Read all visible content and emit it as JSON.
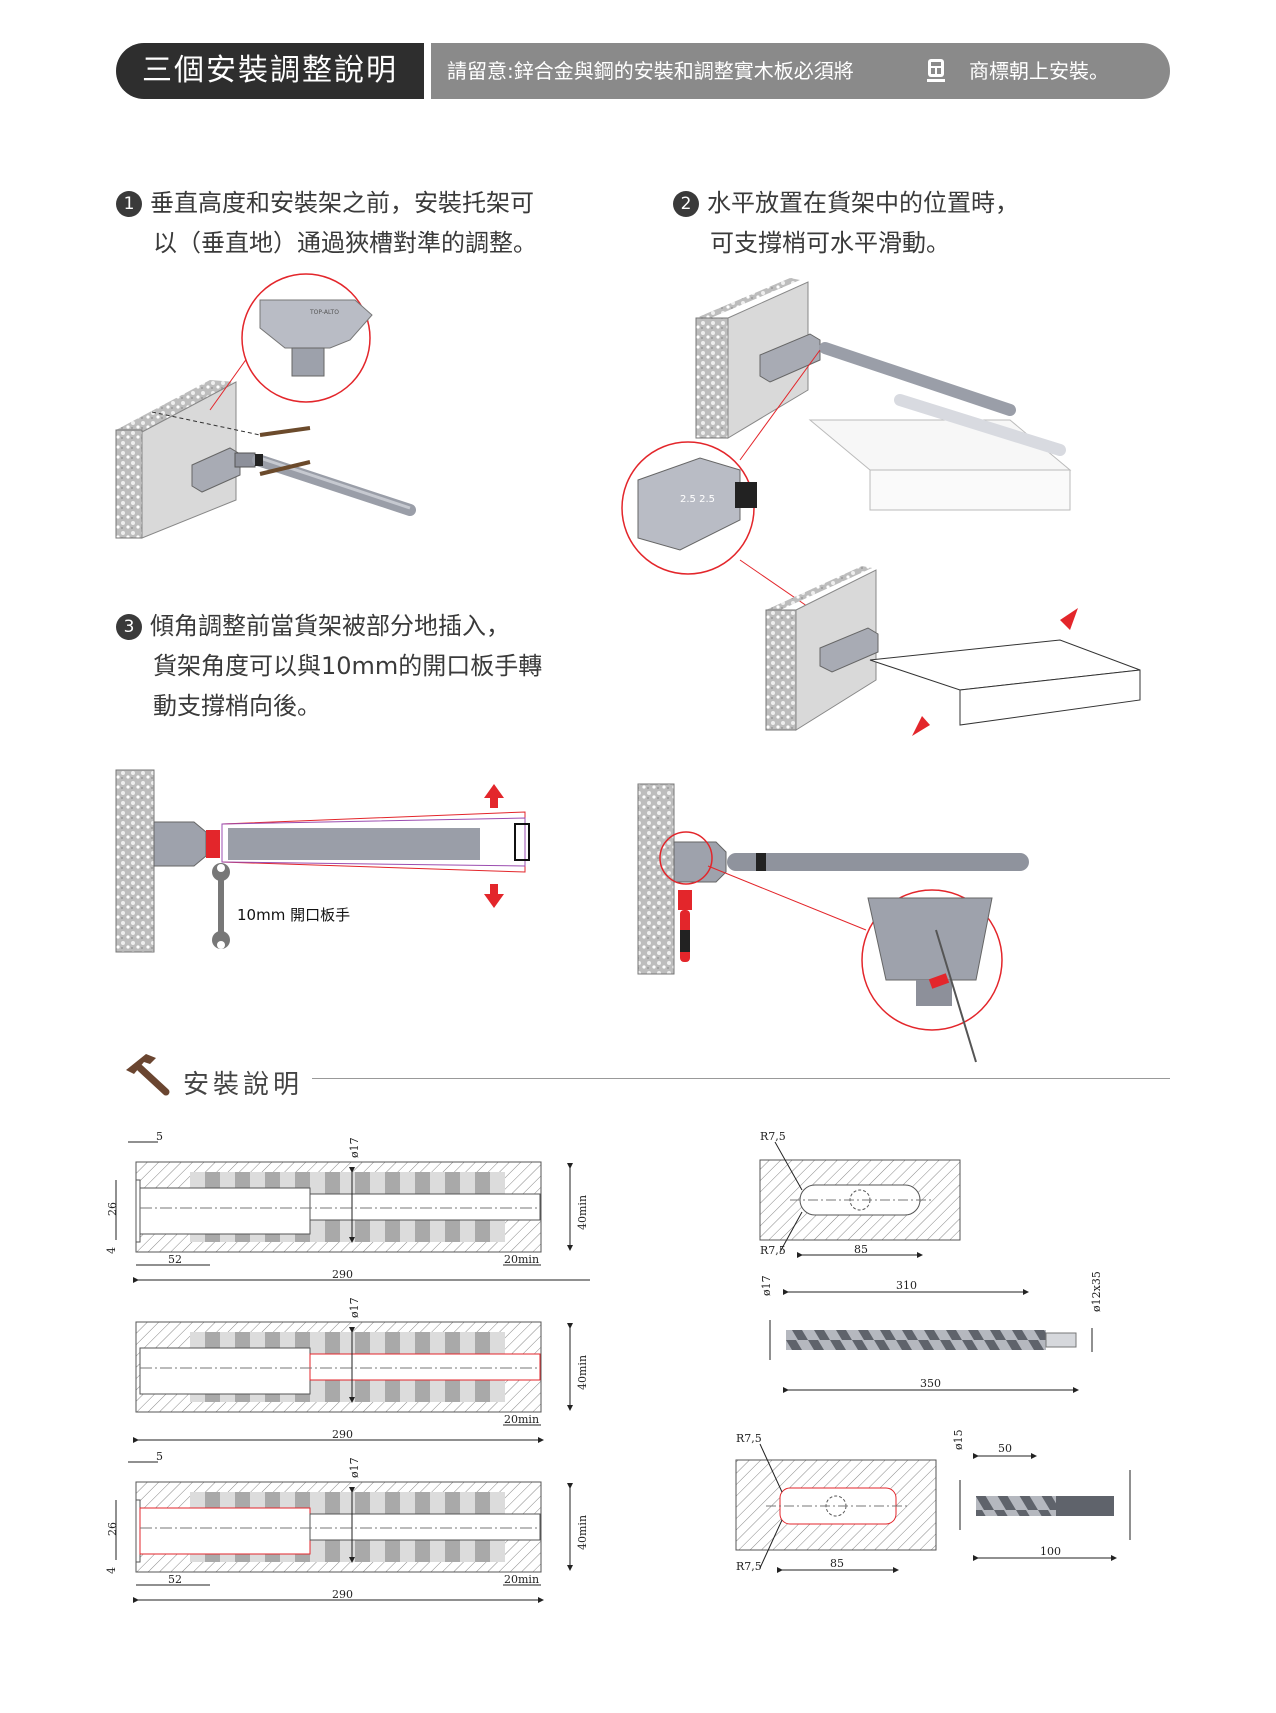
{
  "header": {
    "title": "三個安裝調整說明",
    "note": "請留意:鋅合金與鋼的安裝和調整實木板必須將",
    "note_tail": "商標朝上安裝。",
    "logo_icon": "brand-logo-icon"
  },
  "steps": [
    {
      "number": "1",
      "line1": "垂直高度和安裝架之前，安裝托架可",
      "line2": "以（垂直地）通過狹槽對準的調整。"
    },
    {
      "number": "2",
      "line1": "水平放置在貨架中的位置時，",
      "line2": "可支撐梢可水平滑動。"
    },
    {
      "number": "3",
      "line1": "傾角調整前當貨架被部分地插入，",
      "line2": "貨架角度可以與10mm的開口板手轉",
      "line3": "動支撐梢向後。"
    }
  ],
  "illustration_labels": {
    "wrench": "10mm 開口板手",
    "bracket_logo": "TOP-ALTO",
    "slide_mark": "2.5  2.5"
  },
  "section": {
    "title": "安裝說明",
    "icon": "hammer-icon"
  },
  "dims": {
    "d1": {
      "top": "5",
      "dia": "ø17",
      "left_h": "26",
      "left_small": "4",
      "right_h": "40min",
      "a": "52",
      "b": "290",
      "c": "20min"
    },
    "d2": {
      "dia": "ø17",
      "right_h": "40min",
      "b": "290",
      "c": "20min"
    },
    "d3": {
      "top": "5",
      "dia": "ø17",
      "left_h": "26",
      "left_small": "4",
      "right_h": "40min",
      "a": "52",
      "b": "290",
      "c": "20min"
    },
    "slot1": {
      "r_top": "R7,5",
      "r_bot": "R7,5",
      "w": "85"
    },
    "drill1": {
      "dia": "ø17",
      "shank": "ø12x35",
      "l1": "310",
      "l2": "350"
    },
    "slot2": {
      "r_top": "R7,5",
      "r_bot": "R7,5",
      "w": "85"
    },
    "drill2": {
      "dia": "ø15",
      "l1": "50",
      "l2": "100"
    }
  },
  "colors": {
    "accent_red": "#e3262b",
    "dark": "#2e2e2e",
    "gray": "#8a8a8a"
  }
}
